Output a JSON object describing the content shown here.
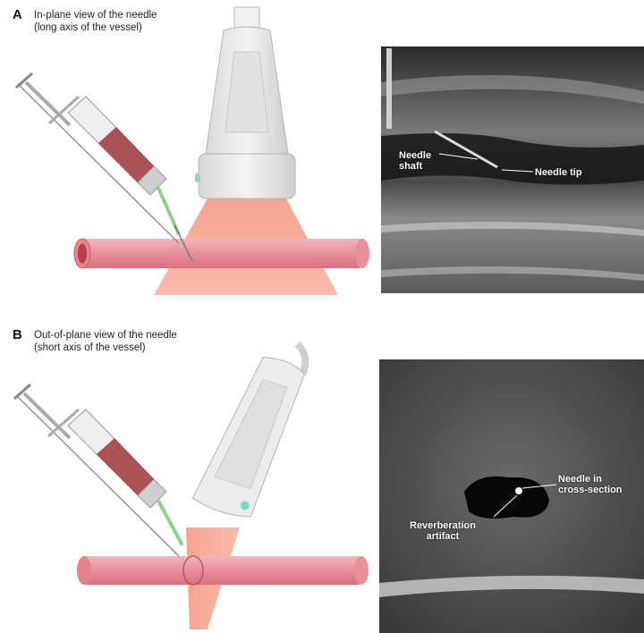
{
  "panels": [
    {
      "letter": "A",
      "caption_line1": "In-plane view of the needle",
      "caption_line2": "(long axis of the vessel)",
      "labels": {
        "needle_shaft": "Needle\nshaft",
        "needle_tip": "Needle tip"
      }
    },
    {
      "letter": "B",
      "caption_line1": "Out-of-plane view of the needle",
      "caption_line2": "(short axis of the vessel)",
      "labels": {
        "needle_cross": "Needle in\ncross-section",
        "reverb": "Reverberation\nartifact"
      }
    }
  ],
  "colors": {
    "vessel": "#e89aa3",
    "beam": "#f3876c",
    "probe": "#e7e7e7",
    "blood": "#a0353b",
    "needle_tip": "#8fd18a"
  }
}
